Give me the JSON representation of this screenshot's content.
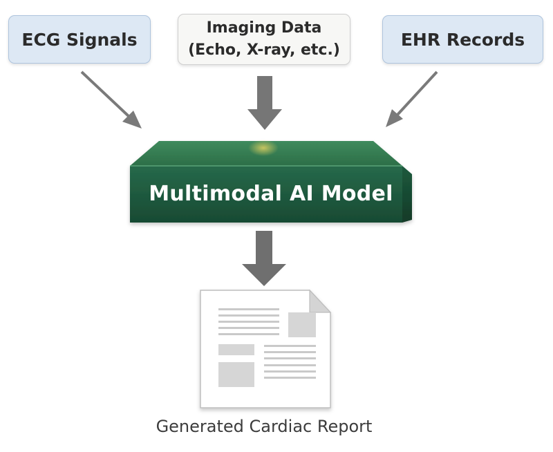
{
  "inputs": {
    "ecg": {
      "label": "ECG Signals"
    },
    "imaging": {
      "line1": "Imaging Data",
      "line2": "(Echo, X-ray, etc.)"
    },
    "ehr": {
      "label": "EHR Records"
    }
  },
  "model": {
    "label": "Multimodal AI Model"
  },
  "output": {
    "caption": "Generated Cardiac Report"
  },
  "colors": {
    "arrow": "#767676",
    "model_green": "#1e5c3f",
    "input_blue": "#dde8f4",
    "document_gray": "#d7d7d7"
  },
  "icons": [
    "arrow-down-icon",
    "document-icon"
  ]
}
